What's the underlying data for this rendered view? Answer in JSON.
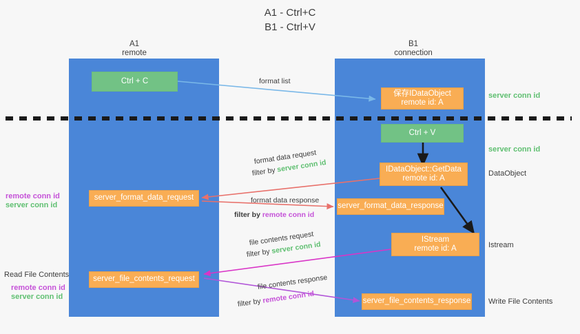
{
  "title": {
    "line1": "A1 - Ctrl+C",
    "line2": "B1 - Ctrl+V"
  },
  "lanes": [
    {
      "name": "A1",
      "sub": "remote"
    },
    {
      "name": "B1",
      "sub": "connection"
    }
  ],
  "boxes": {
    "ctrl_c": "Ctrl + C",
    "ctrl_v": "Ctrl + V",
    "save_dataobject_l1": "保存IDataObject",
    "save_dataobject_l2": "remote id: A",
    "getdata_l1": "IDataObject::GetData",
    "getdata_l2": "remote id: A",
    "istream_l1": "IStream",
    "istream_l2": "remote id: A",
    "server_format_data_request": "server_format_data_request",
    "server_format_data_response": "server_format_data_response",
    "server_file_contents_request": "server_file_contents_request",
    "server_file_contents_response": "server_file_contents_response"
  },
  "edge_labels": {
    "format_list": "format list",
    "format_data_request": "format data request",
    "format_data_response": "format data response",
    "file_contents_request": "file contents request",
    "file_contents_response": "file contents response",
    "filter_by": "filter by ",
    "server_conn_id": "server conn id",
    "remote_conn_id": "remote conn id"
  },
  "side_labels": {
    "server_conn_id_top": "server conn id",
    "server_conn_id_mid": "server conn id",
    "dataobject": "DataObject",
    "istream": "Istream",
    "write_file_contents": "Write File Contents",
    "read_file_contents": "Read File Contents",
    "remote_conn_id_a": "remote conn id",
    "server_conn_id_a": "server conn id",
    "remote_conn_id_b": "remote conn id",
    "server_conn_id_b": "server conn id"
  },
  "colors": {
    "lane": "#4a86d8",
    "orange": "#f9ad54",
    "green_box": "#72c285",
    "green_text": "#5fbf71",
    "purple_text": "#c552d8",
    "arrow_blue": "#7ab8e8",
    "arrow_red": "#e8716b",
    "arrow_magenta": "#d935c7",
    "arrow_purple": "#b155d8",
    "arrow_black": "#1a1a1a",
    "background": "#f7f7f7"
  }
}
